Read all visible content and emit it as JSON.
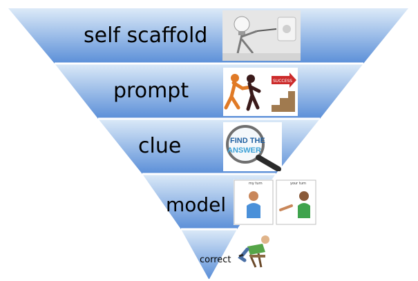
{
  "pyramid": {
    "levels": [
      {
        "label": "self scaffold",
        "image": "lightbulb-robot-plug-image"
      },
      {
        "label": "prompt",
        "image": "figures-pushing-to-success-image"
      },
      {
        "label": "clue",
        "image": "magnifier-find-the-answer-image"
      },
      {
        "label": "model",
        "image": "my-turn-your-turn-cards-image"
      },
      {
        "label": "correct",
        "image": "person-relaxing-in-chair-image"
      }
    ],
    "colors": {
      "band_light": "#dceaf8",
      "band_dark": "#5b8fd8",
      "divider": "#ffffff"
    }
  },
  "images": {
    "prompt_sign": "SUCCESS",
    "clue_text_line1": "FIND THE",
    "clue_text_line2": "ANSWER",
    "model_card1_caption": "my turn",
    "model_card2_caption": "your turn"
  }
}
